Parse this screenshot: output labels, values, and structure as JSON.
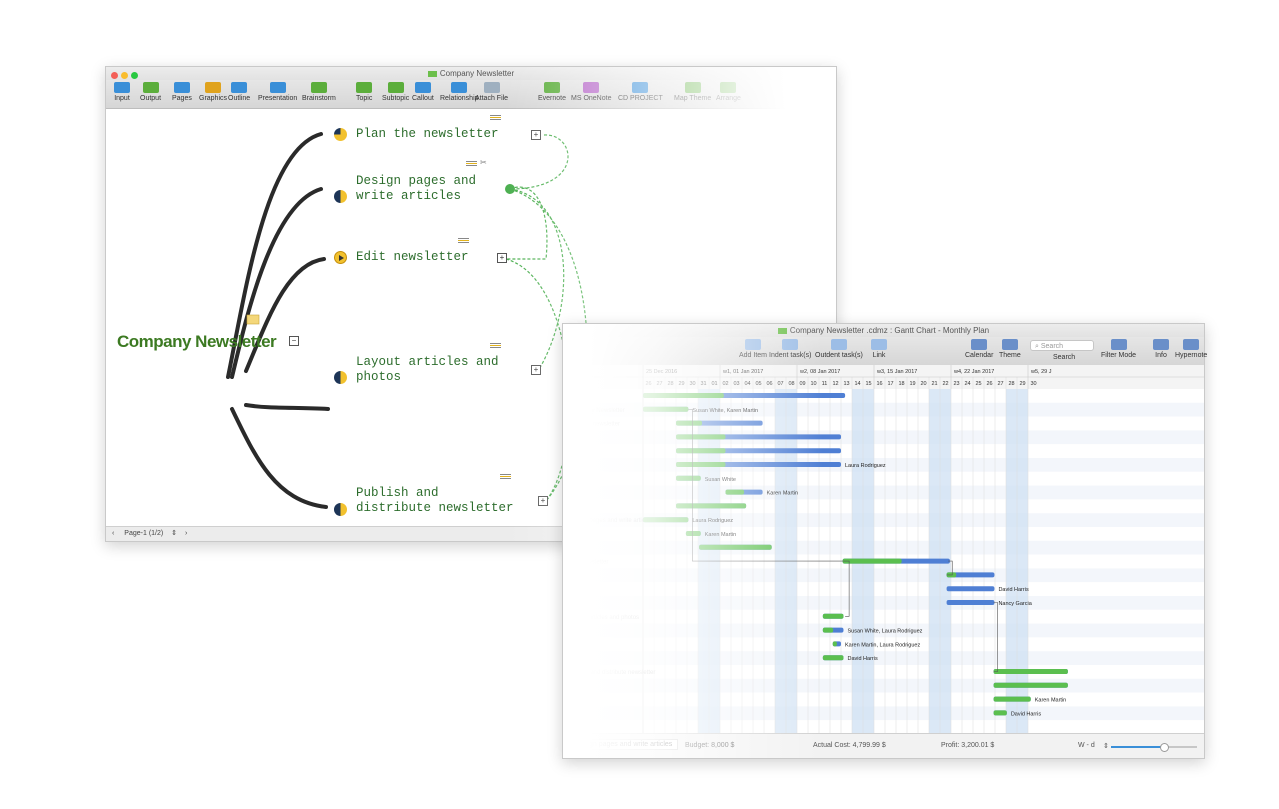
{
  "mindmap": {
    "title": "Company Newsletter",
    "toolbar": [
      {
        "label": "Input",
        "color": "b"
      },
      {
        "label": "Output",
        "color": "g"
      },
      {
        "label": "Pages",
        "color": "b"
      },
      {
        "label": "Graphics",
        "color": "o"
      },
      {
        "label": "Outline",
        "color": "b"
      },
      {
        "label": "Presentation",
        "color": "b"
      },
      {
        "label": "Brainstorm",
        "color": "g"
      },
      {
        "label": "Topic",
        "color": "g"
      },
      {
        "label": "Subtopic",
        "color": "g"
      },
      {
        "label": "Callout",
        "color": "b"
      },
      {
        "label": "Relationship",
        "color": "b"
      },
      {
        "label": "Attach File",
        "color": "gr"
      },
      {
        "label": "Evernote",
        "color": "g"
      },
      {
        "label": "MS OneNote",
        "color": "p"
      },
      {
        "label": "CD PROJECT",
        "color": "b"
      },
      {
        "label": "Map Theme",
        "color": "g"
      },
      {
        "label": "Arrange",
        "color": "g"
      }
    ],
    "central_topic": "Company Newsletter",
    "topics": [
      {
        "line1": "Plan the newsletter",
        "line2": ""
      },
      {
        "line1": "Design pages and",
        "line2": "write articles"
      },
      {
        "line1": "Edit newsletter",
        "line2": ""
      },
      {
        "line1": "Layout articles and",
        "line2": "photos"
      },
      {
        "line1": "Publish and",
        "line2": "distribute newsletter"
      }
    ],
    "status": "Page-1 (1/2)",
    "colors": {
      "topic_text": "#2d6d2d",
      "central_text": "#3c7a22",
      "pie_dark": "#1d3557",
      "pie_light": "#f2c12e",
      "relationship": "#4caf50"
    }
  },
  "gantt": {
    "title": "Company Newsletter .cdmz : Gantt Chart - Monthly Plan",
    "toolbar": [
      {
        "label": "Add Item"
      },
      {
        "label": "Indent task(s)"
      },
      {
        "label": "Outdent task(s)"
      },
      {
        "label": "Link"
      },
      {
        "label": "Calendar"
      },
      {
        "label": "Theme"
      },
      {
        "label": "Search"
      },
      {
        "label": "Filter Mode"
      },
      {
        "label": "Info"
      },
      {
        "label": "Hypernote"
      }
    ],
    "search_placeholder": "Search",
    "weeks": [
      "25 Dec 2016",
      "w1, 01 Jan 2017",
      "w2, 08 Jan 2017",
      "w3, 15 Jan 2017",
      "w4, 22 Jan 2017",
      "w5, 29 J"
    ],
    "days": [
      "26",
      "27",
      "28",
      "29",
      "30",
      "31",
      "01",
      "02",
      "03",
      "04",
      "05",
      "06",
      "07",
      "08",
      "09",
      "10",
      "11",
      "12",
      "13",
      "14",
      "15",
      "16",
      "17",
      "18",
      "19",
      "20",
      "21",
      "22",
      "23",
      "24",
      "25",
      "26",
      "27",
      "28",
      "29",
      "30"
    ],
    "resources": [
      "Susan White, Karen Martin",
      "Laura Rodriguez",
      "Susan White",
      "Karen Martin",
      "Laura Rodriguez",
      "Karen Martin",
      "David Harris",
      "Nancy Garcia",
      "Susan White, Laura Rodriguez",
      "Karen Martin, Laura Rodriguez",
      "David Harris",
      "Karen Martin",
      "David Harris"
    ],
    "task_names": [
      "Company Newsletter",
      "Plan the newsletter",
      "Design pages and write articles",
      "Edit newsletter",
      "Layout articles and photos",
      "Publish and distribute newsletter"
    ],
    "tab": "Design pages and write articles",
    "budget": "Budget: 8,000 $",
    "actual_cost": "Actual Cost: 4,799.99 $",
    "profit": "Profit: 3,200.01 $",
    "zoom": "W - d",
    "zoom_level": 0.62,
    "colors": {
      "bar_blue": "#4f7fd4",
      "bar_green": "#5bbf4f",
      "weekend": "#cfe0f3"
    }
  }
}
